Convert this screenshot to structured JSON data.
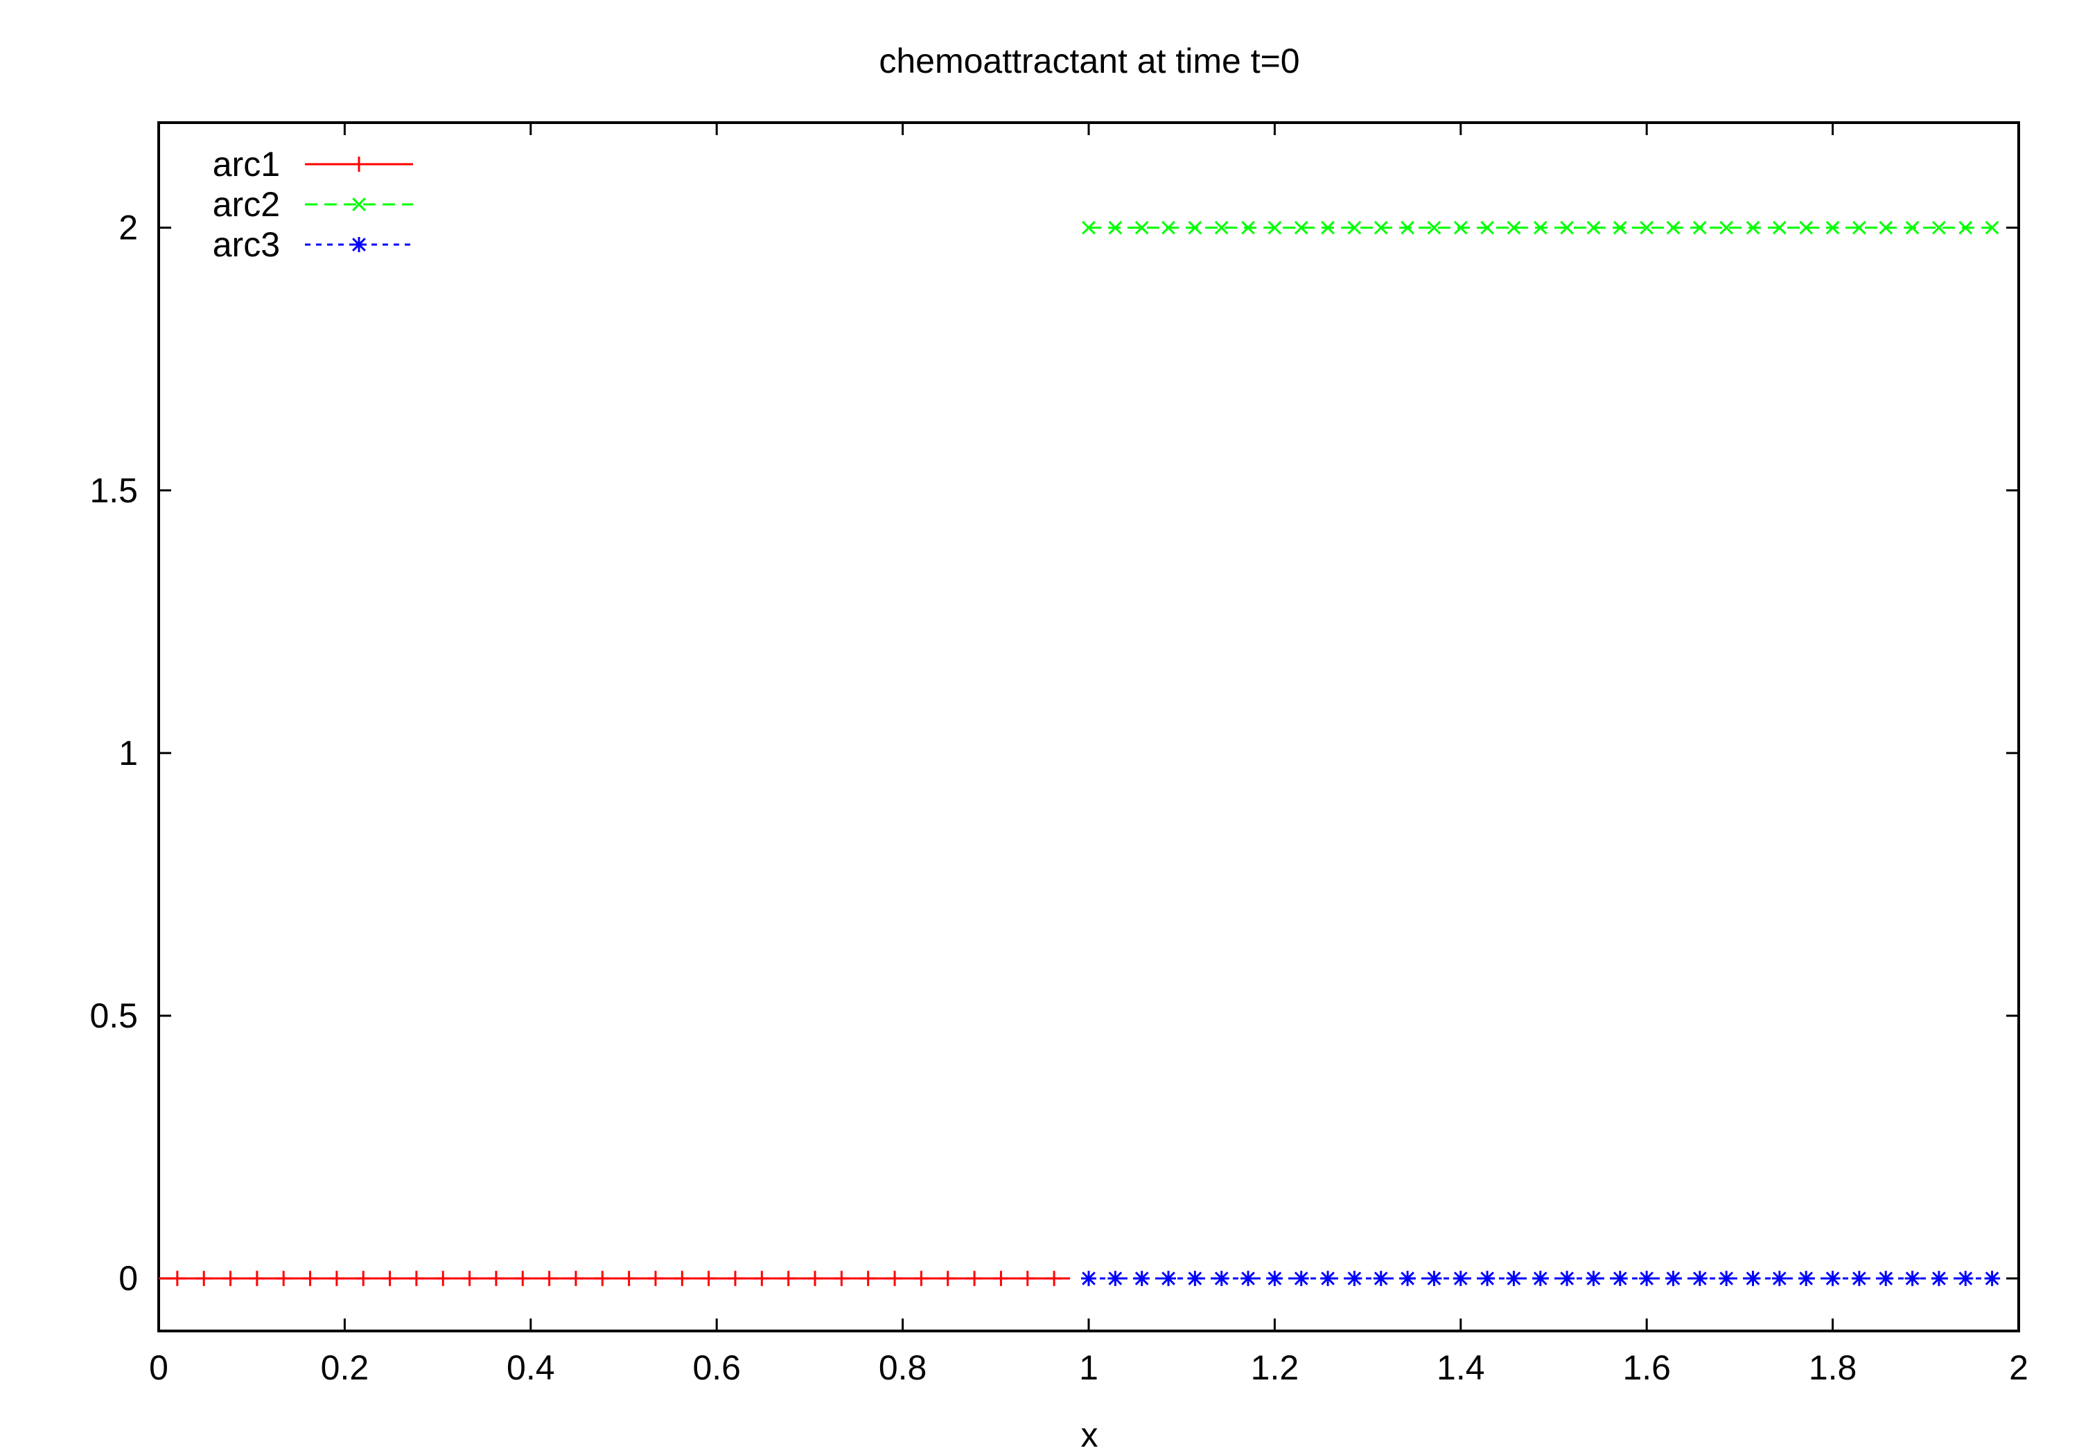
{
  "chart_data": {
    "type": "line",
    "title": "chemoattractant at time t=0",
    "xlabel": "x",
    "ylabel": "",
    "xlim": [
      0,
      2
    ],
    "ylim": [
      -0.1,
      2.2
    ],
    "xticks": [
      "0",
      "0.2",
      "0.4",
      "0.6",
      "0.8",
      "1",
      "1.2",
      "1.4",
      "1.6",
      "1.8",
      "2"
    ],
    "yticks": [
      "0",
      "0.5",
      "1",
      "1.5",
      "2"
    ],
    "grid": false,
    "legend_position": "top-left",
    "series": [
      {
        "name": "arc1",
        "color": "#ff0000",
        "dash": "solid",
        "marker": "plus",
        "x_start": 0.02,
        "x_end": 0.98,
        "x_step": 0.02857,
        "y": 0
      },
      {
        "name": "arc2",
        "color": "#00ff00",
        "dash": "dashed",
        "marker": "cross",
        "x_start": 1.0,
        "x_end": 1.98,
        "x_step": 0.02857,
        "y": 2
      },
      {
        "name": "arc3",
        "color": "#0000ff",
        "dash": "dotted",
        "marker": "star",
        "x_start": 1.0,
        "x_end": 1.98,
        "x_step": 0.02857,
        "y": 0
      }
    ]
  }
}
